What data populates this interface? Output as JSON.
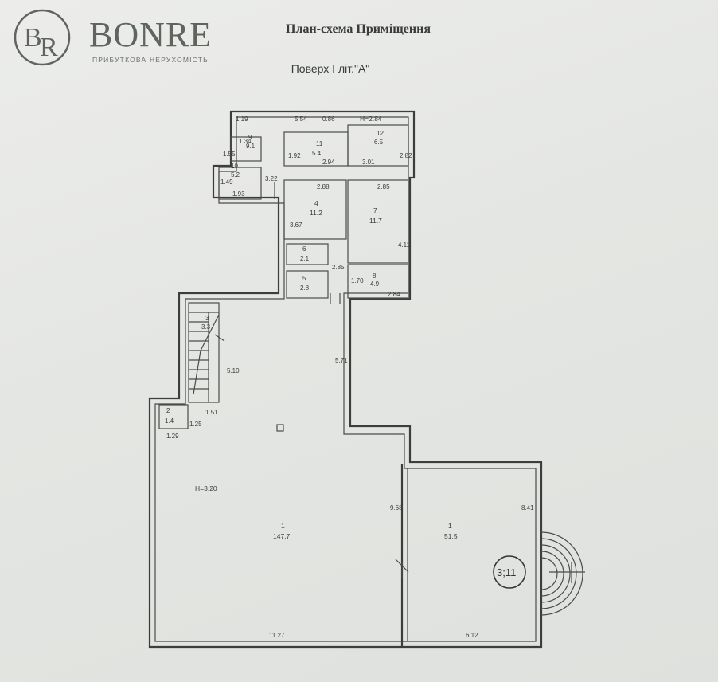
{
  "header": {
    "title": "План-схема Приміщення",
    "floor": "Поверх І літ.\"А\""
  },
  "logo": {
    "brand": "BONRE",
    "tagline": "ПРИБУТКОВА НЕРУХОМІСТЬ"
  },
  "plan": {
    "height_note_top": "H=2.84",
    "height_note_main": "H=3.20",
    "section_marker": "3;11",
    "rooms": [
      {
        "num": "1",
        "area": "147.7"
      },
      {
        "num": "1",
        "area": "51.5"
      },
      {
        "num": "2",
        "area": "1.4"
      },
      {
        "num": "3",
        "area": "3.3"
      },
      {
        "num": "4",
        "area": "11.2"
      },
      {
        "num": "5",
        "area": "2.8"
      },
      {
        "num": "6",
        "area": "2.1"
      },
      {
        "num": "7",
        "area": "11.7"
      },
      {
        "num": "8",
        "area": "4.9"
      },
      {
        "num": "9",
        "area": "9.1"
      },
      {
        "num": "10",
        "area": "5.2"
      },
      {
        "num": "11",
        "area": "5.4"
      },
      {
        "num": "12",
        "area": "6.5"
      }
    ],
    "dimensions": [
      "1.19",
      "5.54",
      "0.86",
      "1.34",
      "1.55",
      "1.49",
      "1.93",
      "3.22",
      "1.92",
      "2.94",
      "3.01",
      "2.82",
      "2.88",
      "2.85",
      "3.67",
      "4.11",
      "2.85",
      "1.70",
      "2.84",
      "5.71",
      "5.10",
      "1.51",
      "1.25",
      "1.29",
      "9.68",
      "8.41",
      "11.27",
      "6.12"
    ]
  },
  "colors": {
    "ink": "#3c3e3c",
    "paper": "#e6e8e6",
    "logo": "#5f645f"
  }
}
